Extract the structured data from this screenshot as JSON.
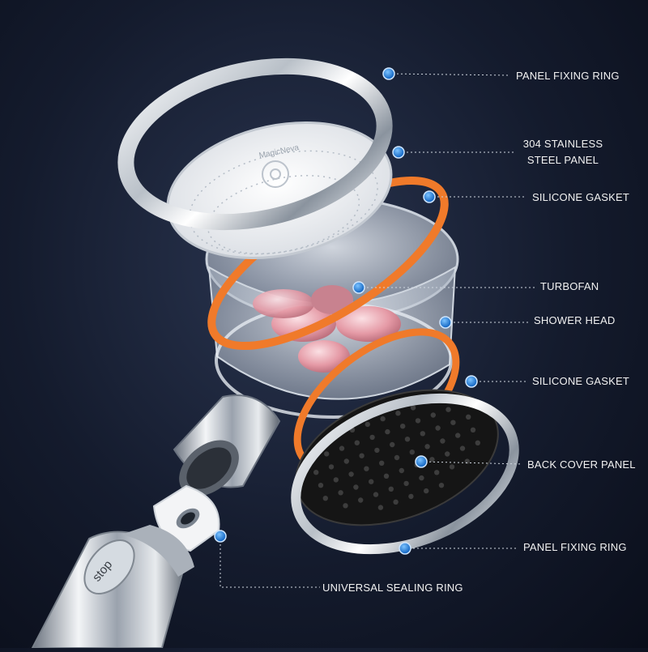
{
  "product_parts": [
    {
      "id": "panel-fixing-ring-top",
      "label": "PANEL FIXING RING"
    },
    {
      "id": "steel-panel",
      "label": "304 STAINLESS\nSTEEL PANEL"
    },
    {
      "id": "silicone-gasket-top",
      "label": "SILICONE GASKET"
    },
    {
      "id": "turbofan",
      "label": "TURBOFAN"
    },
    {
      "id": "shower-head",
      "label": "SHOWER HEAD"
    },
    {
      "id": "silicone-gasket-bottom",
      "label": "SILICONE GASKET"
    },
    {
      "id": "back-cover-panel",
      "label": "BACK COVER PANEL"
    },
    {
      "id": "panel-fixing-ring-bottom",
      "label": "PANEL FIXING RING"
    },
    {
      "id": "universal-sealing-ring",
      "label": "UNIVERSAL SEALING RING"
    }
  ],
  "panel_brand_text": "MagicNeva",
  "handle_button_text": "stop",
  "colors": {
    "background": "#141b2d",
    "marker": "#1f7fe0",
    "gasket": "#f07a2a",
    "turbofan": "#e9a3ad",
    "label_text": "#f2f2f2"
  }
}
